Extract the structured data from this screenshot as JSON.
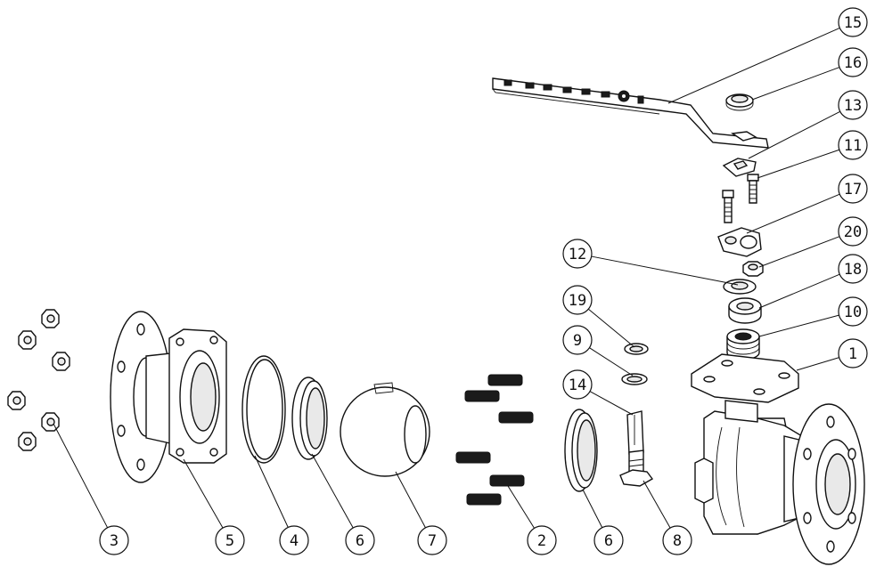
{
  "diagram": {
    "callouts": [
      {
        "label": "15"
      },
      {
        "label": "16"
      },
      {
        "label": "13"
      },
      {
        "label": "11"
      },
      {
        "label": "17"
      },
      {
        "label": "20"
      },
      {
        "label": "18"
      },
      {
        "label": "10"
      },
      {
        "label": "1"
      },
      {
        "label": "12"
      },
      {
        "label": "19"
      },
      {
        "label": "9"
      },
      {
        "label": "14"
      },
      {
        "label": "3"
      },
      {
        "label": "5"
      },
      {
        "label": "4"
      },
      {
        "label": "6"
      },
      {
        "label": "7"
      },
      {
        "label": "2"
      },
      {
        "label": "6"
      },
      {
        "label": "8"
      }
    ]
  }
}
